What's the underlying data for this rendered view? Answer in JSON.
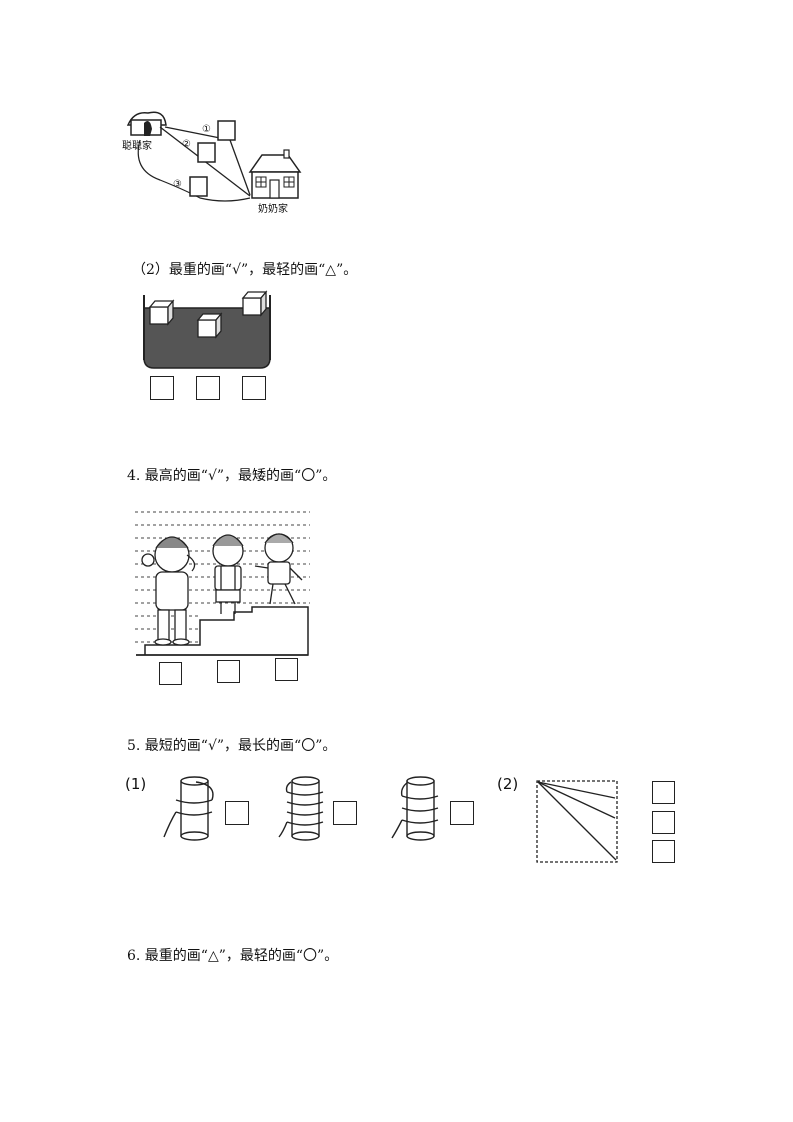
{
  "map_figure": {
    "start_label": "聪聪家",
    "end_label": "奶奶家",
    "route_labels": [
      "①",
      "②",
      "③"
    ]
  },
  "question_2": {
    "text": "（2）最重的画“√”，最轻的画“△”。"
  },
  "question_4": {
    "text": "4. 最高的画“√”，最矮的画“〇”。"
  },
  "question_5": {
    "text": "5. 最短的画“√”，最长的画“〇”。",
    "part1_label": "(1)",
    "part2_label": "(2)"
  },
  "question_6": {
    "text": "6. 最重的画“△”，最轻的画“〇”。"
  }
}
